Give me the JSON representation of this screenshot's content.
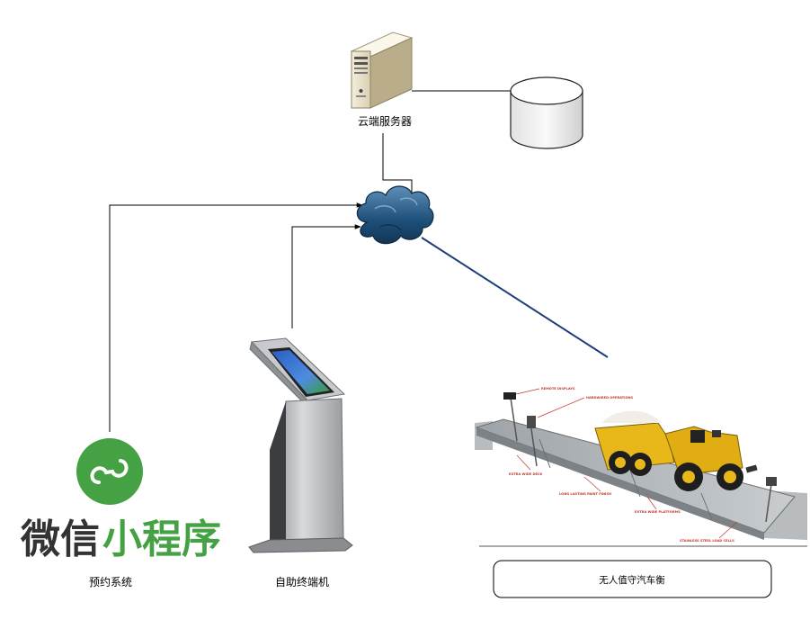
{
  "nodes": {
    "cloud_server": {
      "label": "云端服务器"
    },
    "reservation": {
      "label": "预约系统"
    },
    "kiosk": {
      "label": "自助终端机"
    },
    "scale": {
      "label": "无人值守汽车衡"
    }
  },
  "brand": {
    "part1": "微信",
    "part2": "小程序",
    "color": "#44a244"
  },
  "scale_callouts": [
    "REMOTE DISPLAYS",
    "HARDWIRED OPERATIONS",
    "EXTRA WIDE DECK",
    "LONG LASTING PAINT FINISH",
    "EXTRA WIDE PLATFORMS",
    "STAINLESS STEEL LOAD CELLS"
  ],
  "colors": {
    "cloud": "#1d4f7a",
    "link_line": "#1c3f7a",
    "truck": "#e8b81b",
    "connector": "#000000"
  }
}
